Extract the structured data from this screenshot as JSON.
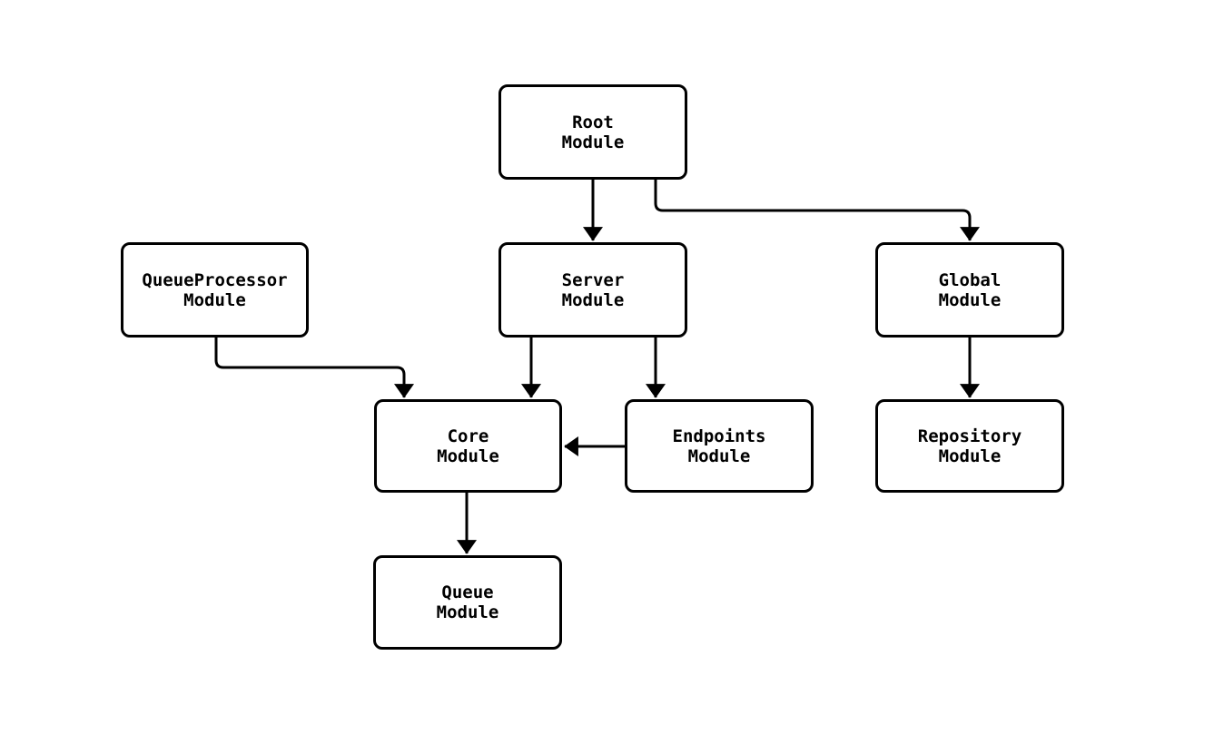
{
  "diagram": {
    "nodes": [
      {
        "id": "root",
        "label": "Root\nModule"
      },
      {
        "id": "queueprocessor",
        "label": "QueueProcessor\nModule"
      },
      {
        "id": "server",
        "label": "Server\nModule"
      },
      {
        "id": "global",
        "label": "Global\nModule"
      },
      {
        "id": "core",
        "label": "Core\nModule"
      },
      {
        "id": "endpoints",
        "label": "Endpoints\nModule"
      },
      {
        "id": "repository",
        "label": "Repository\nModule"
      },
      {
        "id": "queue",
        "label": "Queue\nModule"
      }
    ],
    "edges": [
      {
        "from": "root",
        "to": "server"
      },
      {
        "from": "root",
        "to": "global"
      },
      {
        "from": "queueprocessor",
        "to": "core"
      },
      {
        "from": "server",
        "to": "core"
      },
      {
        "from": "server",
        "to": "endpoints"
      },
      {
        "from": "endpoints",
        "to": "core"
      },
      {
        "from": "global",
        "to": "repository"
      },
      {
        "from": "core",
        "to": "queue"
      }
    ],
    "colors": {
      "background": "#ffffff",
      "node_fill": "#ffffff",
      "node_border": "#000000",
      "edge": "#000000",
      "text": "#000000"
    }
  }
}
